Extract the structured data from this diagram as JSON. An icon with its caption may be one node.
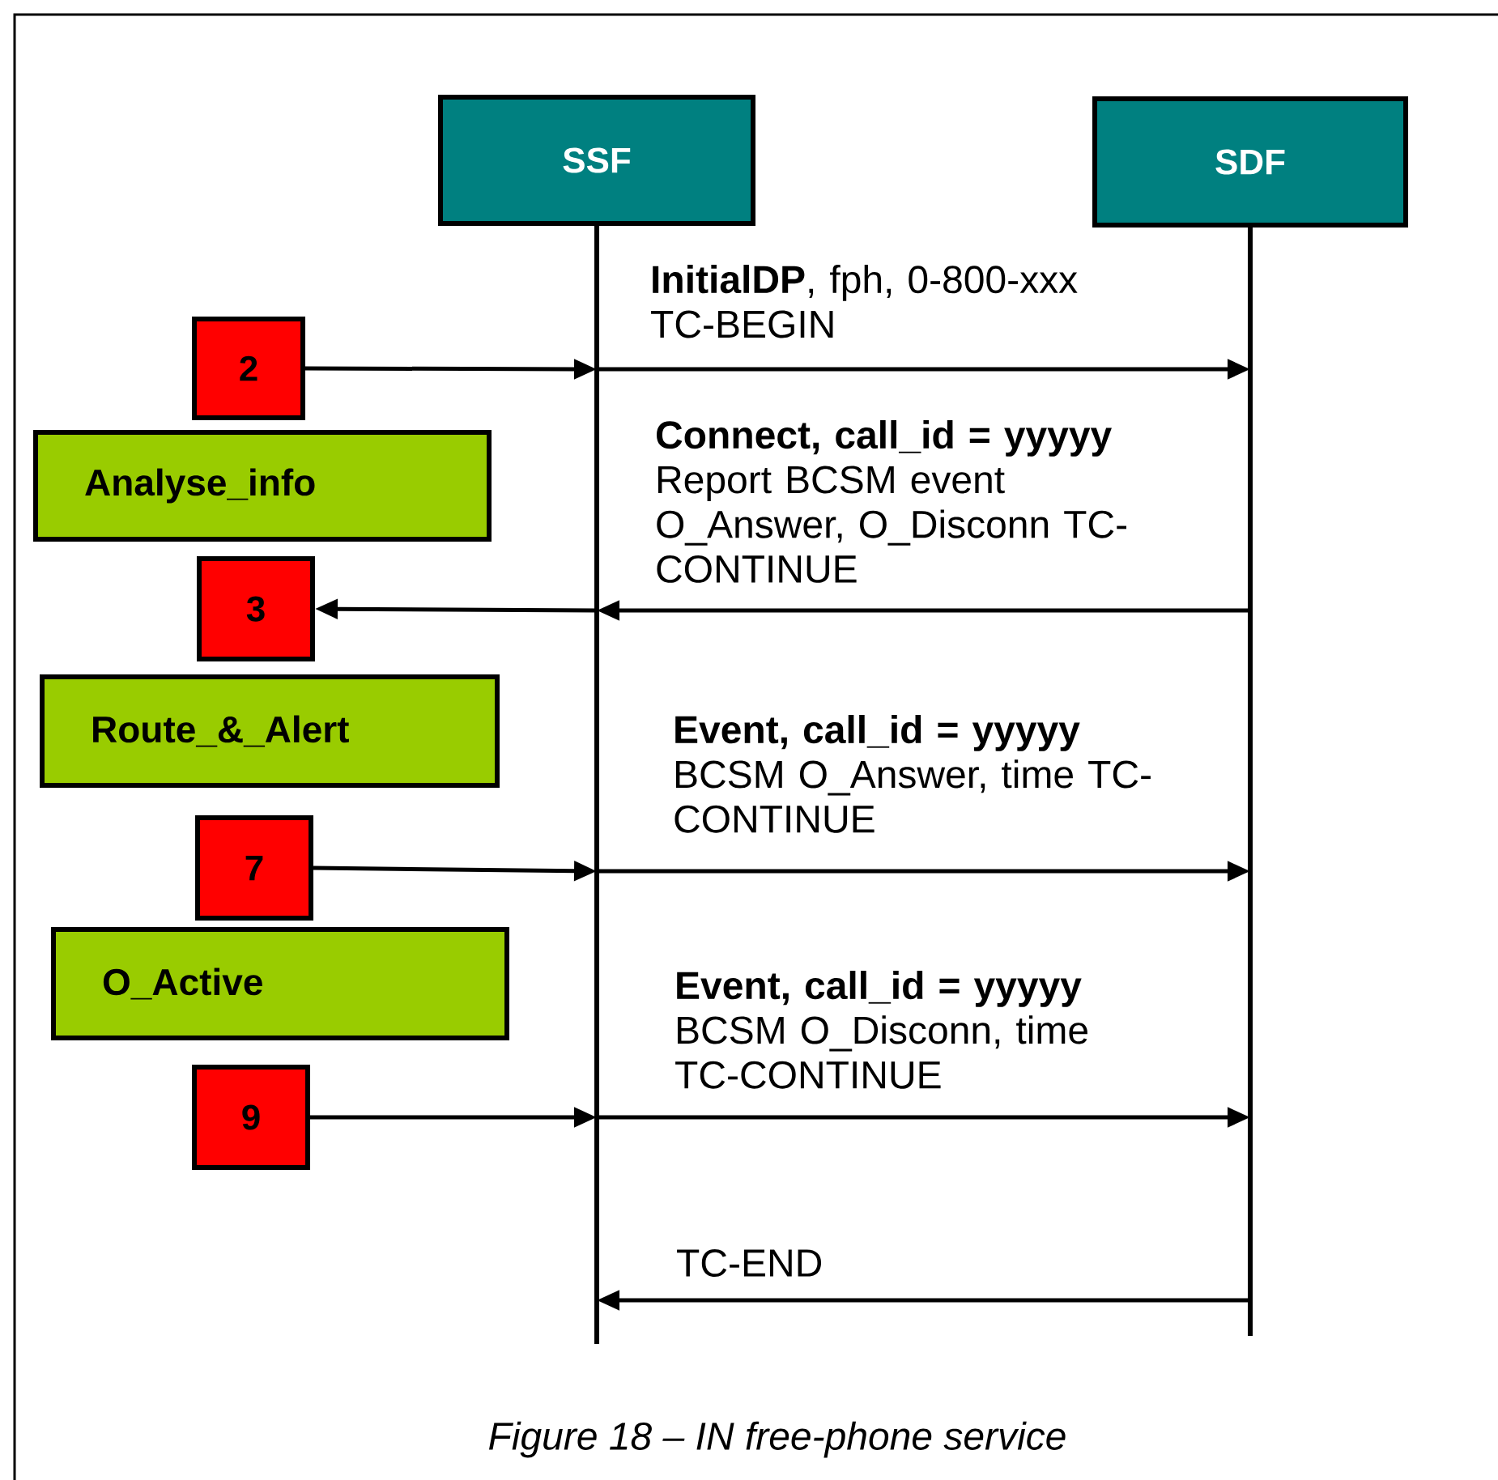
{
  "diagram": {
    "caption": "Figure 18 – IN free-phone service",
    "nodes": [
      {
        "text": [
          "SSF"
        ]
      },
      {
        "text": [
          "SDF"
        ]
      },
      {
        "text": [
          "2"
        ]
      },
      {
        "text": [
          "Analyse_info"
        ]
      },
      {
        "text": [
          "3"
        ]
      },
      {
        "text": [
          "Route_&_Alert"
        ]
      },
      {
        "text": [
          "7"
        ]
      },
      {
        "text": [
          "O_Active"
        ]
      },
      {
        "text": [
          "9"
        ]
      }
    ],
    "edges": [
      {
        "from": 2,
        "to": 0,
        "arrow": "to"
      },
      {
        "from": 0,
        "to": 1,
        "arrow": "to",
        "label": "**InitialDP**, fph, 0-800-xxx TC-BEGIN"
      },
      {
        "from": 1,
        "to": 0,
        "arrow": "to",
        "label": "**Connect, call_id = yyyyy** Report BCSM event O_Answer, O_Disconn TC-CONTINUE"
      },
      {
        "from": 0,
        "to": 4,
        "arrow": "to"
      },
      {
        "from": 6,
        "to": 0,
        "arrow": "to"
      },
      {
        "from": 0,
        "to": 1,
        "arrow": "to",
        "label": "**Event, call_id = yyyyy** BCSM O_Answer, time TC-CONTINUE"
      },
      {
        "from": 8,
        "to": 0,
        "arrow": "to"
      },
      {
        "from": 0,
        "to": 1,
        "arrow": "to",
        "label": "**Event, call_id = yyyyy** BCSM O_Disconn, time TC-CONTINUE"
      },
      {
        "from": 1,
        "to": 0,
        "arrow": "to",
        "label": "TC-END"
      }
    ]
  }
}
